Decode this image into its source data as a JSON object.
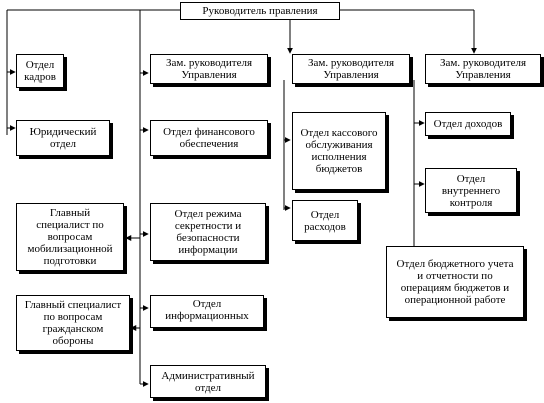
{
  "org": {
    "head": "Руководитель правления",
    "hr": "Отдел\nкадров",
    "legal": "Юридический\nотдел",
    "deputy1": "Зам. руководителя\nУправления",
    "deputy2": "Зам. руководителя\nУправления",
    "deputy3": "Зам. руководителя\nУправления",
    "finance": "Отдел финансового\nобеспечения",
    "secrecy": "Отдел режима\nсекретности  и\nбезопасности\nинформации",
    "it": "Отдел\nинформационных",
    "admin": "Административный\nотдел",
    "mobilization": "Главный\nспециалист   по\nвопросам\nмобилизационной\nподготовки",
    "civil_defense": "Главный специалист\nпо вопросам\nгражданском\nобороны",
    "cash": "Отдел кассового\nобслуживания\nисполнения\nбюджетов",
    "expenses": "Отдел\nрасходов",
    "income": "Отдел доходов",
    "control": "Отдел\nвнутреннего\nконтроля",
    "accounting": "Отдел бюджетного  учета\nи отчетности  по\nоперациям бюджетов и\nоперационной  работе"
  }
}
